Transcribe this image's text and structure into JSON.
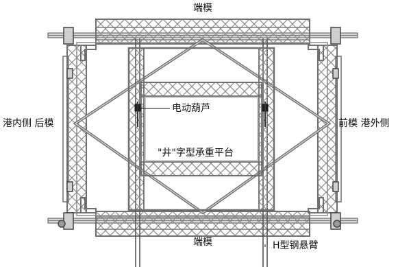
{
  "labels": {
    "top_end_form": "端模",
    "bottom_end_form": "端模",
    "left_side": "港内侧 后模",
    "right_side": "前模 港外侧",
    "hoist": "电动葫芦",
    "platform": "\"井\"字型承重平台",
    "h_beam": "H型钢悬臂"
  },
  "colors": {
    "truss": "#6f6f6f",
    "truss_light": "#9a9a9a",
    "ink": "#111111",
    "background": "#ffffff"
  }
}
